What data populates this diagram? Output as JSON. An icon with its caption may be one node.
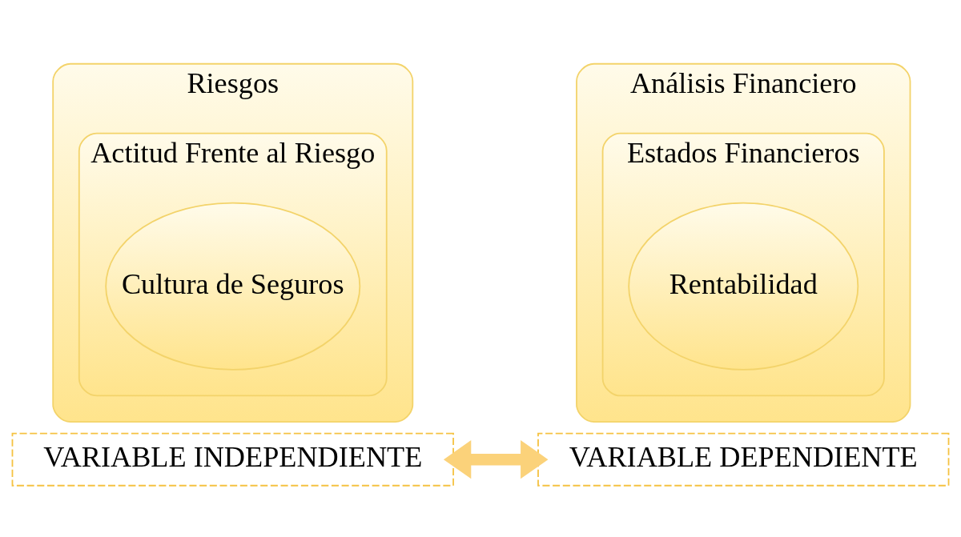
{
  "diagram": {
    "nodes": [
      {
        "text": [
          "Riesgos"
        ]
      },
      {
        "text": [
          "Actitud Frente al Riesgo"
        ],
        "in": 0
      },
      {
        "text": [
          "Cultura de Seguros"
        ],
        "in": 1
      },
      {
        "text": [
          "Análisis Financiero"
        ]
      },
      {
        "text": [
          "Estados Financieros"
        ],
        "in": 3
      },
      {
        "text": [
          "Rentabilidad"
        ],
        "in": 4
      },
      {
        "text": [
          "VARIABLE INDEPENDIENTE"
        ]
      },
      {
        "text": [
          "VARIABLE DEPENDIENTE"
        ]
      }
    ],
    "edges": [
      {
        "from": 6,
        "to": 7,
        "arrow": "both"
      }
    ]
  }
}
